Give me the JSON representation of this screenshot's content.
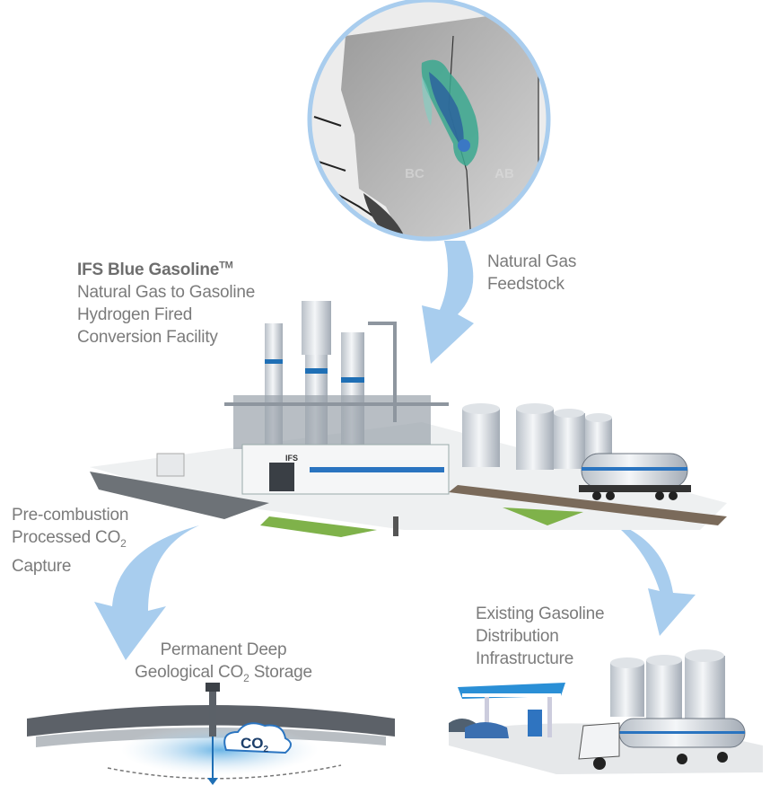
{
  "map": {
    "region_left": "BC",
    "region_right": "AB"
  },
  "facility": {
    "title": "IFS Blue Gasoline",
    "trademark": "TM",
    "line1": "Natural Gas to Gasoline",
    "line2": "Hydrogen Fired",
    "line3": "Conversion Facility",
    "building_sign": "IFS"
  },
  "feedstock": {
    "line1": "Natural Gas",
    "line2": "Feedstock"
  },
  "capture": {
    "line1": "Pre-combustion",
    "line2": "Processed CO",
    "line2_sub": "2",
    "line3": "Capture"
  },
  "storage": {
    "line1": "Permanent Deep",
    "line2a": "Geological CO",
    "line2_sub": "2",
    "line2b": " Storage",
    "cloud_text": "CO",
    "cloud_sub": "2"
  },
  "distribution": {
    "line1": "Existing Gasoline",
    "line2": "Distribution",
    "line3": "Infrastructure"
  },
  "colors": {
    "arrow": "#a8cdee",
    "text": "#7b7b7b",
    "map_border": "#a9cdee",
    "accent": "#1f6fb5"
  }
}
